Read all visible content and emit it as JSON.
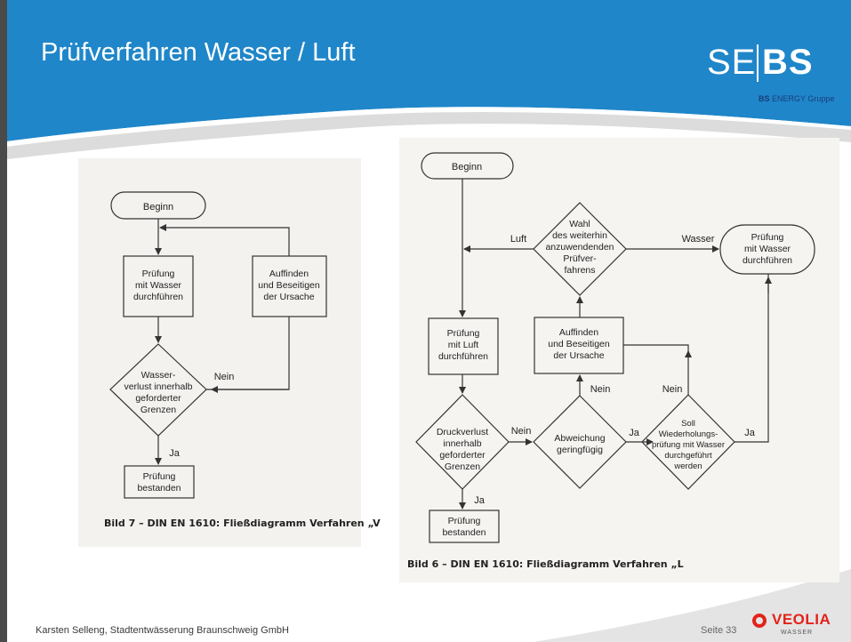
{
  "slide": {
    "title": "Prüfverfahren Wasser / Luft",
    "colors": {
      "header_blue": "#1f86c9",
      "accent_gray": "#d9d9d9",
      "veolia_red": "#e2231a"
    }
  },
  "logo": {
    "se": "SE",
    "bs": "BS",
    "subline_bold": "BS",
    "subline": "ENERGY Gruppe"
  },
  "left_diagram": {
    "start": "Beginn",
    "test": [
      "Prüfung",
      "mit Wasser",
      "durchführen"
    ],
    "decision": [
      "Wasser-",
      "verlust innerhalb",
      "geforderter",
      "Grenzen"
    ],
    "fix": [
      "Auffinden",
      "und Beseitigen",
      "der Ursache"
    ],
    "passed": [
      "Prüfung",
      "bestanden"
    ],
    "no_label": "Nein",
    "yes_label": "Ja",
    "caption": "Bild 7 – DIN EN 1610:   Fließdiagramm Verfahren „V"
  },
  "right_diagram": {
    "start": "Beginn",
    "choice": [
      "Wahl",
      "des weiterhin",
      "anzuwendenden",
      "Prüfver-",
      "fahrens"
    ],
    "luft_label": "Luft",
    "wasser_label": "Wasser",
    "water_test": [
      "Prüfung",
      "mit Wasser",
      "durchführen"
    ],
    "fix": [
      "Auffinden",
      "und Beseitigen",
      "der Ursache"
    ],
    "air_test": [
      "Prüfung",
      "mit Luft",
      "durchführen"
    ],
    "pressure": [
      "Druckverlust",
      "innerhalb",
      "geforderter",
      "Grenzen"
    ],
    "deviation": [
      "Abweichung",
      "geringfügig"
    ],
    "repeat": [
      "Soll",
      "Wiederholungs-",
      "prüfung mit Wasser",
      "durchgeführt",
      "werden"
    ],
    "passed": [
      "Prüfung",
      "bestanden"
    ],
    "nein1": "Nein",
    "nein2": "Nein",
    "nein3": "Nein",
    "ja1": "Ja",
    "ja2": "Ja",
    "ja3": "Ja",
    "caption": "Bild 6 – DIN EN 1610:   Fließdiagramm Verfahren „L"
  },
  "footer": {
    "author": "Karsten Selleng, Stadtentwässerung Braunschweig GmbH",
    "page": "Seite 33",
    "veolia": "VEOLIA",
    "veolia_sub": "WASSER"
  }
}
